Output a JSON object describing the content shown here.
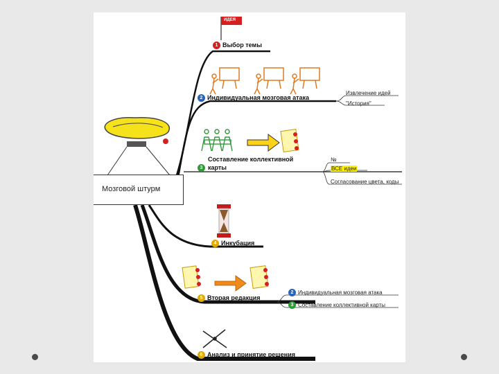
{
  "central": {
    "label": "Мозговой штурм"
  },
  "branches": [
    {
      "num": "1",
      "label": "Выбор темы",
      "num_color": "#d42020"
    },
    {
      "num": "2",
      "label": "Индивидуальная мозговая атака",
      "num_color": "#2a63b8",
      "subs": [
        "Извлечение идей",
        "\"История\""
      ]
    },
    {
      "num": "3",
      "label": "Составление коллективной",
      "label2": "карты",
      "num_color": "#2f9a3a",
      "subs": [
        "№",
        "ВСЕ идеи",
        "Согласование цвета, коды"
      ]
    },
    {
      "num": "4",
      "label": "Инкубация",
      "num_color": "#e0a800"
    },
    {
      "num": "5",
      "label": "Вторая редакция",
      "num_color": "#e0a800",
      "subs": [
        "Индивидуальная мозговая атака",
        "Составление коллективной карты"
      ],
      "sub_nums": [
        "2",
        "3"
      ]
    },
    {
      "num": "6",
      "label": "Анализ и принятие решения",
      "num_color": "#e0a800"
    }
  ],
  "flag_text": "ИДЕЯ"
}
